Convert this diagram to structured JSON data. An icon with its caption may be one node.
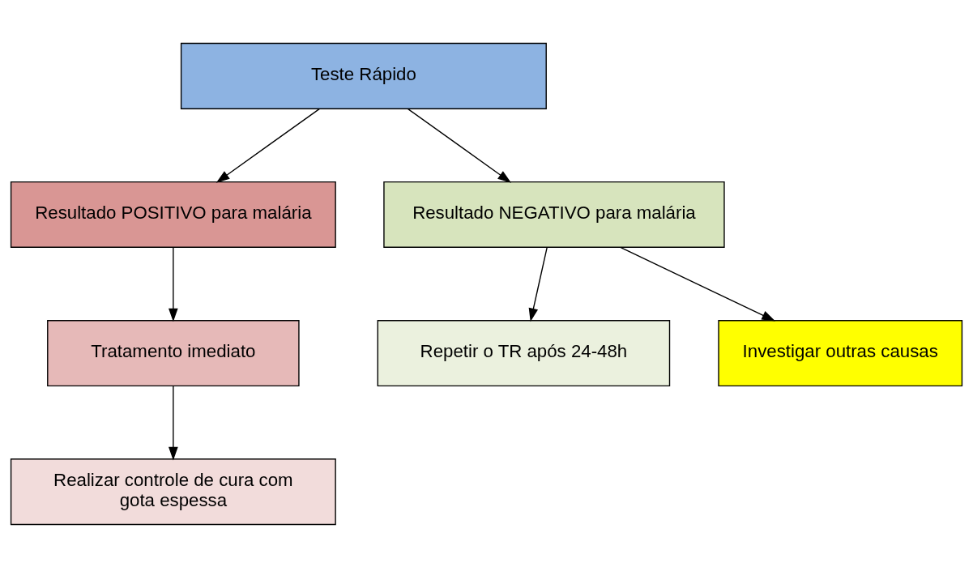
{
  "diagram": {
    "nodes": [
      {
        "text": [
          "Teste Rápido"
        ]
      },
      {
        "text": [
          "Resultado POSITIVO para malária"
        ]
      },
      {
        "text": [
          "Resultado NEGATIVO para malária"
        ]
      },
      {
        "text": [
          "Tratamento imediato"
        ]
      },
      {
        "text": [
          "Repetir o TR após 24-48h"
        ]
      },
      {
        "text": [
          "Investigar outras causas"
        ]
      },
      {
        "text": [
          "Realizar controle de cura com gota espessa"
        ]
      }
    ],
    "edges": [
      {
        "from": 0,
        "to": 1,
        "arrow": "to"
      },
      {
        "from": 0,
        "to": 2,
        "arrow": "to"
      },
      {
        "from": 1,
        "to": 3,
        "arrow": "to"
      },
      {
        "from": 2,
        "to": 4,
        "arrow": "to"
      },
      {
        "from": 2,
        "to": 5,
        "arrow": "to"
      },
      {
        "from": 3,
        "to": 6,
        "arrow": "to"
      }
    ]
  }
}
